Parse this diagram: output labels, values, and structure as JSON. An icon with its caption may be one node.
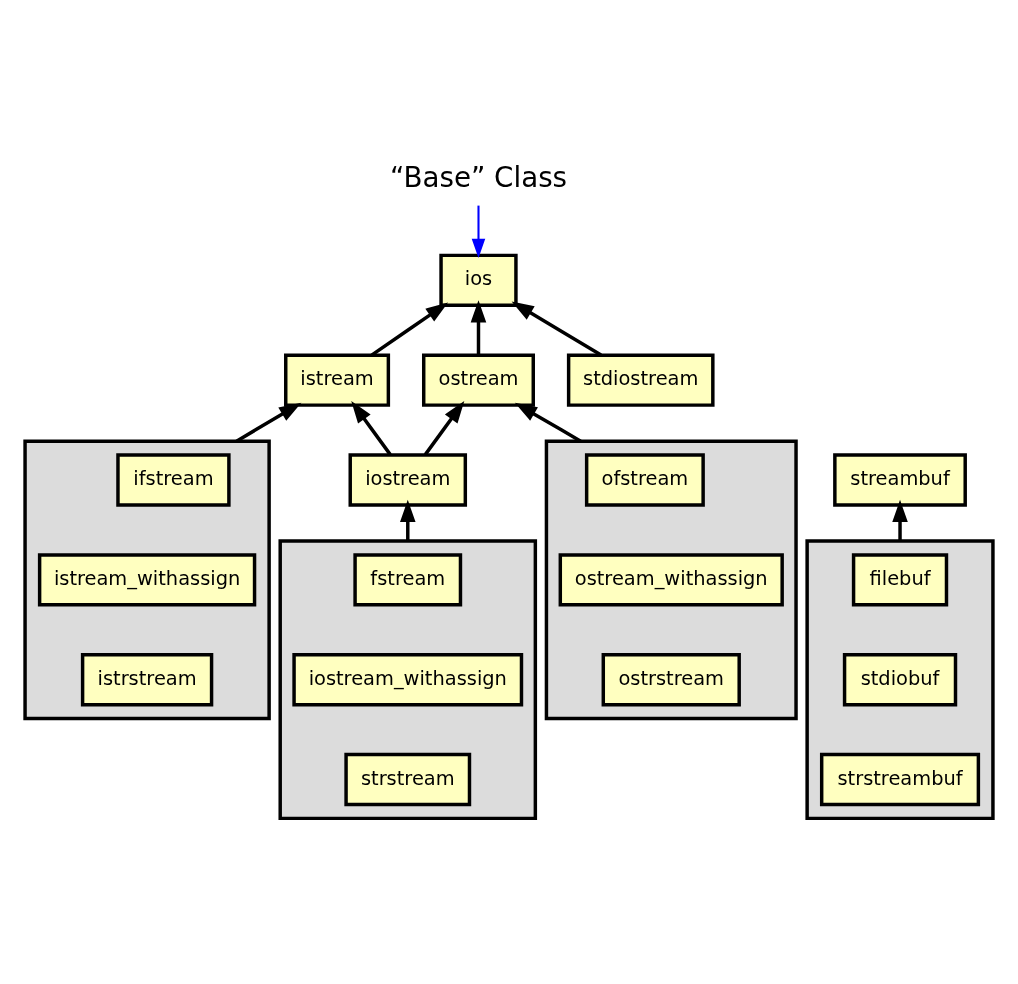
{
  "diagram": {
    "nodes": [
      {
        "text": [
          "“Base” Class"
        ]
      },
      {
        "text": [
          "ios"
        ]
      },
      {
        "text": [
          "istream"
        ]
      },
      {
        "text": [
          "stdiostream"
        ]
      },
      {
        "text": [
          "ostream"
        ]
      },
      {
        "text": [],
        "shape": "box"
      },
      {
        "text": [
          "ifstream"
        ],
        "in": 5
      },
      {
        "text": [
          "istream_withassign"
        ],
        "in": 5
      },
      {
        "text": [
          "istrstream"
        ],
        "in": 5
      },
      {
        "text": [],
        "shape": "box"
      },
      {
        "text": [
          "ofstream"
        ],
        "in": 9
      },
      {
        "text": [
          "ostream_withassign"
        ],
        "in": 9
      },
      {
        "text": [
          "ostrstream"
        ],
        "in": 9
      },
      {
        "text": [
          "iostream"
        ]
      },
      {
        "text": [
          "streambuf"
        ]
      },
      {
        "text": [],
        "shape": "box"
      },
      {
        "text": [
          "fstream"
        ],
        "in": 15
      },
      {
        "text": [
          "iostream_withassign"
        ],
        "in": 15
      },
      {
        "text": [
          "strstream"
        ],
        "in": 15
      },
      {
        "text": [],
        "shape": "box"
      },
      {
        "text": [
          "filebuf"
        ],
        "in": 19
      },
      {
        "text": [
          "stdiobuf"
        ],
        "in": 19
      },
      {
        "text": [
          "strstreambuf"
        ],
        "in": 19
      }
    ],
    "edges": [
      {
        "from": 0,
        "to": 1,
        "arrow": "to",
        "color": "#0000ff"
      },
      {
        "from": 2,
        "to": 1,
        "arrow": "to"
      },
      {
        "from": 3,
        "to": 1,
        "arrow": "to"
      },
      {
        "from": 4,
        "to": 1,
        "arrow": "to"
      },
      {
        "from": 5,
        "to": 2,
        "arrow": "to"
      },
      {
        "from": 9,
        "to": 4,
        "arrow": "to"
      },
      {
        "from": 13,
        "to": 2,
        "arrow": "to"
      },
      {
        "from": 13,
        "to": 4,
        "arrow": "to"
      },
      {
        "from": 15,
        "to": 13,
        "arrow": "to"
      },
      {
        "from": 19,
        "to": 14,
        "arrow": "to"
      }
    ]
  }
}
